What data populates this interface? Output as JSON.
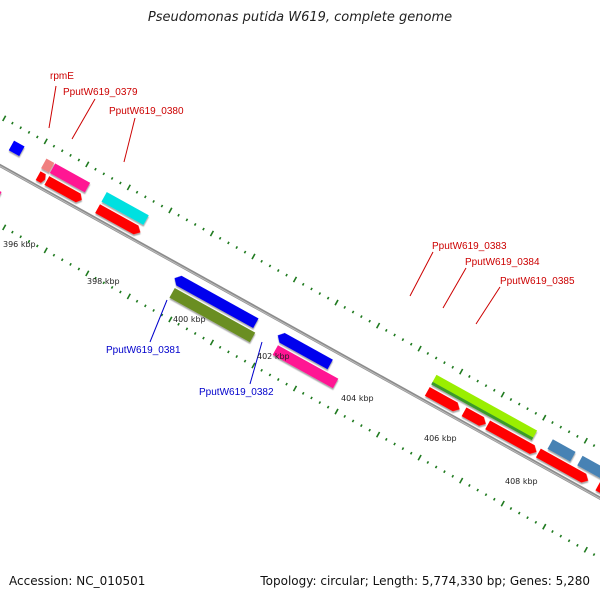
{
  "title": "Pseudomonas putida W619, complete genome",
  "footer": {
    "accession": "Accession: NC_010501",
    "stats": "Topology: circular; Length: 5,774,330 bp; Genes: 5,280"
  },
  "colors": {
    "backbone": "#8c8c8c",
    "tick": "#1f7a1f",
    "label_forward": "#cc0000",
    "label_reverse": "#0000cc"
  },
  "scale_labels": [
    "396 kbp",
    "398 kbp",
    "400 kbp",
    "402 kbp",
    "404 kbp",
    "406 kbp",
    "408 kbp"
  ],
  "genes": {
    "forward": [
      "rpmE",
      "PputW619_0379",
      "PputW619_0380",
      "PputW619_0383",
      "PputW619_0384",
      "PputW619_0385"
    ],
    "reverse": [
      "PputW619_0381",
      "PputW619_0382"
    ]
  }
}
